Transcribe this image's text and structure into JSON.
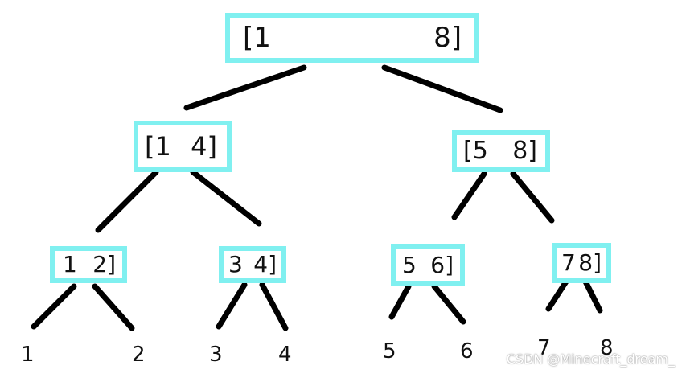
{
  "diagram": {
    "root": {
      "low": "[1",
      "high": "8]"
    },
    "level1": [
      {
        "low": "[1",
        "high": "4]"
      },
      {
        "low": "[5",
        "high": "8]"
      }
    ],
    "level2": [
      {
        "low": "1",
        "high": "2]"
      },
      {
        "low": "3",
        "high": "4]"
      },
      {
        "low": "5",
        "high": "6]"
      },
      {
        "low": "7",
        "high": "8]"
      }
    ],
    "leaves": [
      "1",
      "2",
      "3",
      "4",
      "5",
      "6",
      "7",
      "8"
    ]
  },
  "colors": {
    "node_border": "#80f0f0",
    "edge": "#000000",
    "text": "#111111"
  },
  "watermark": "CSDN @Minecraft_dream_"
}
